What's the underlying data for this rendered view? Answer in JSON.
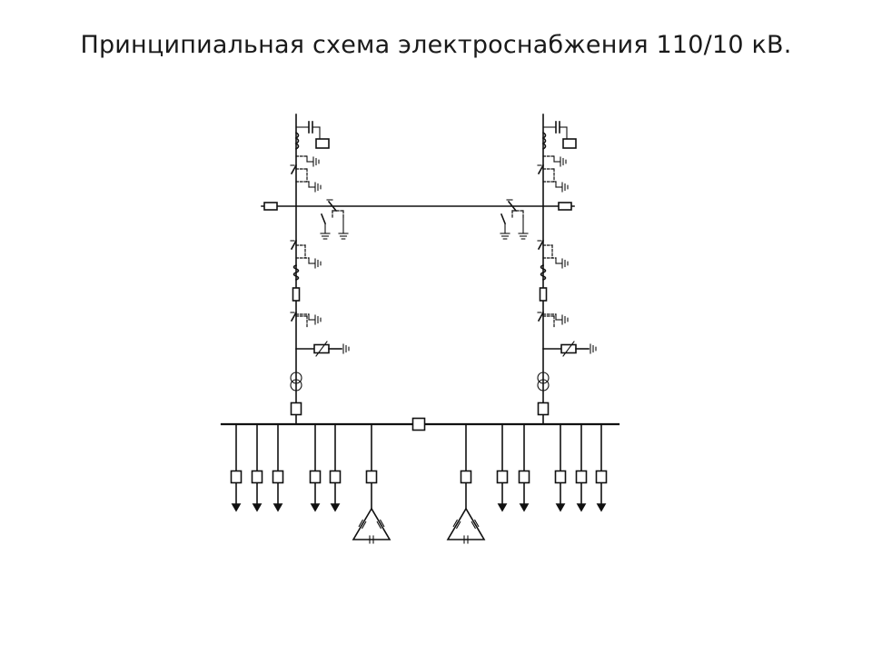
{
  "slide": {
    "title": "Принципиальная схема электроснабжения 110/10 кВ."
  },
  "diagram": {
    "line_color": "#111111",
    "background": "#ffffff",
    "incoming_lines": 2,
    "feeder_groups": [
      {
        "side": "left",
        "outgoing_feeders": 5,
        "capacitor_banks": 1
      },
      {
        "side": "right",
        "outgoing_feeders": 5,
        "capacitor_banks": 1
      }
    ]
  }
}
